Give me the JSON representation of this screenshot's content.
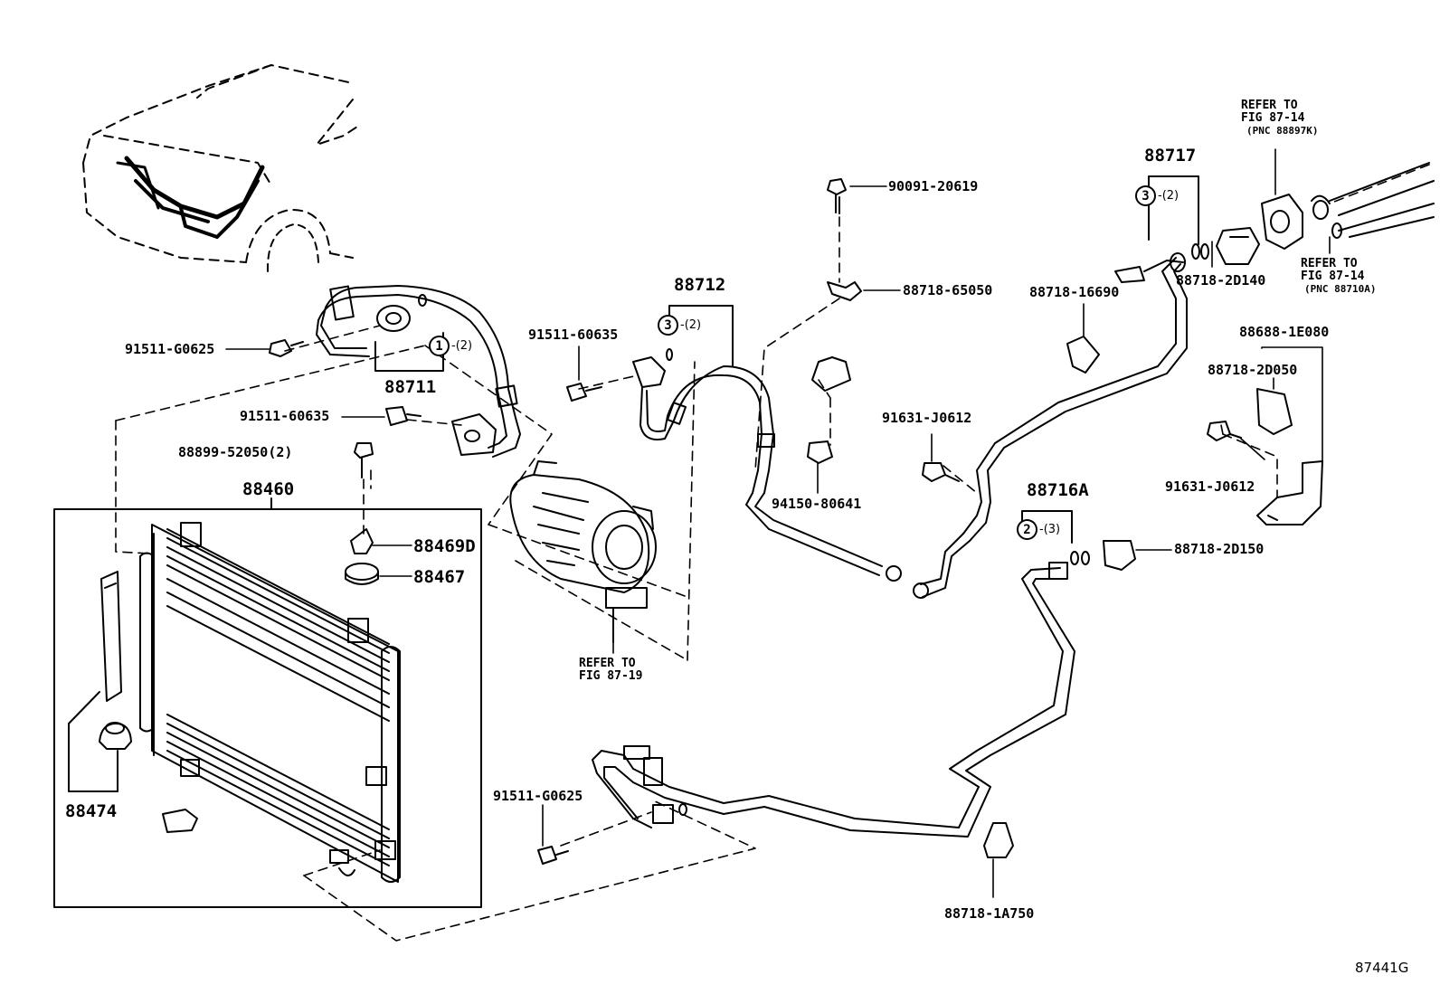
{
  "diagram_id": "87441G",
  "parts": {
    "p90091": "90091-20619",
    "p88718_65050": "88718-65050",
    "p88712": "88712",
    "p91511_60635_top": "91511-60635",
    "p91511_G0625_top": "91511-G0625",
    "p88711": "88711",
    "p91511_60635_left": "91511-60635",
    "p88899": "88899-52050(2)",
    "p88460": "88460",
    "p88469D": "88469D",
    "p88467": "88467",
    "p88474": "88474",
    "p94150": "94150-80641",
    "p88718_16690": "88718-16690",
    "p91631_mid": "91631-J0612",
    "p88717": "88717",
    "p88718_2D140": "88718-2D140",
    "p88688": "88688-1E080",
    "p88718_2D050": "88718-2D050",
    "p91631_right": "91631-J0612",
    "p88716A": "88716A",
    "p88718_2D150": "88718-2D150",
    "p91511_G0625_bottom": "91511-G0625",
    "p88718_1A750": "88718-1A750"
  },
  "callouts": {
    "c1": {
      "num": "1",
      "qty": "-(2)"
    },
    "c3a": {
      "num": "3",
      "qty": "-(2)"
    },
    "c3b": {
      "num": "3",
      "qty": "-(2)"
    },
    "c2": {
      "num": "2",
      "qty": "-(3)"
    }
  },
  "refers": {
    "r1_line1": "REFER TO",
    "r1_line2": "FIG 87-14",
    "r1_line3": "(PNC 88897K)",
    "r2_line1": "REFER TO",
    "r2_line2": "FIG 87-14",
    "r2_line3": "(PNC 88710A)",
    "r3_line1": "REFER TO",
    "r3_line2": "FIG 87-19"
  }
}
